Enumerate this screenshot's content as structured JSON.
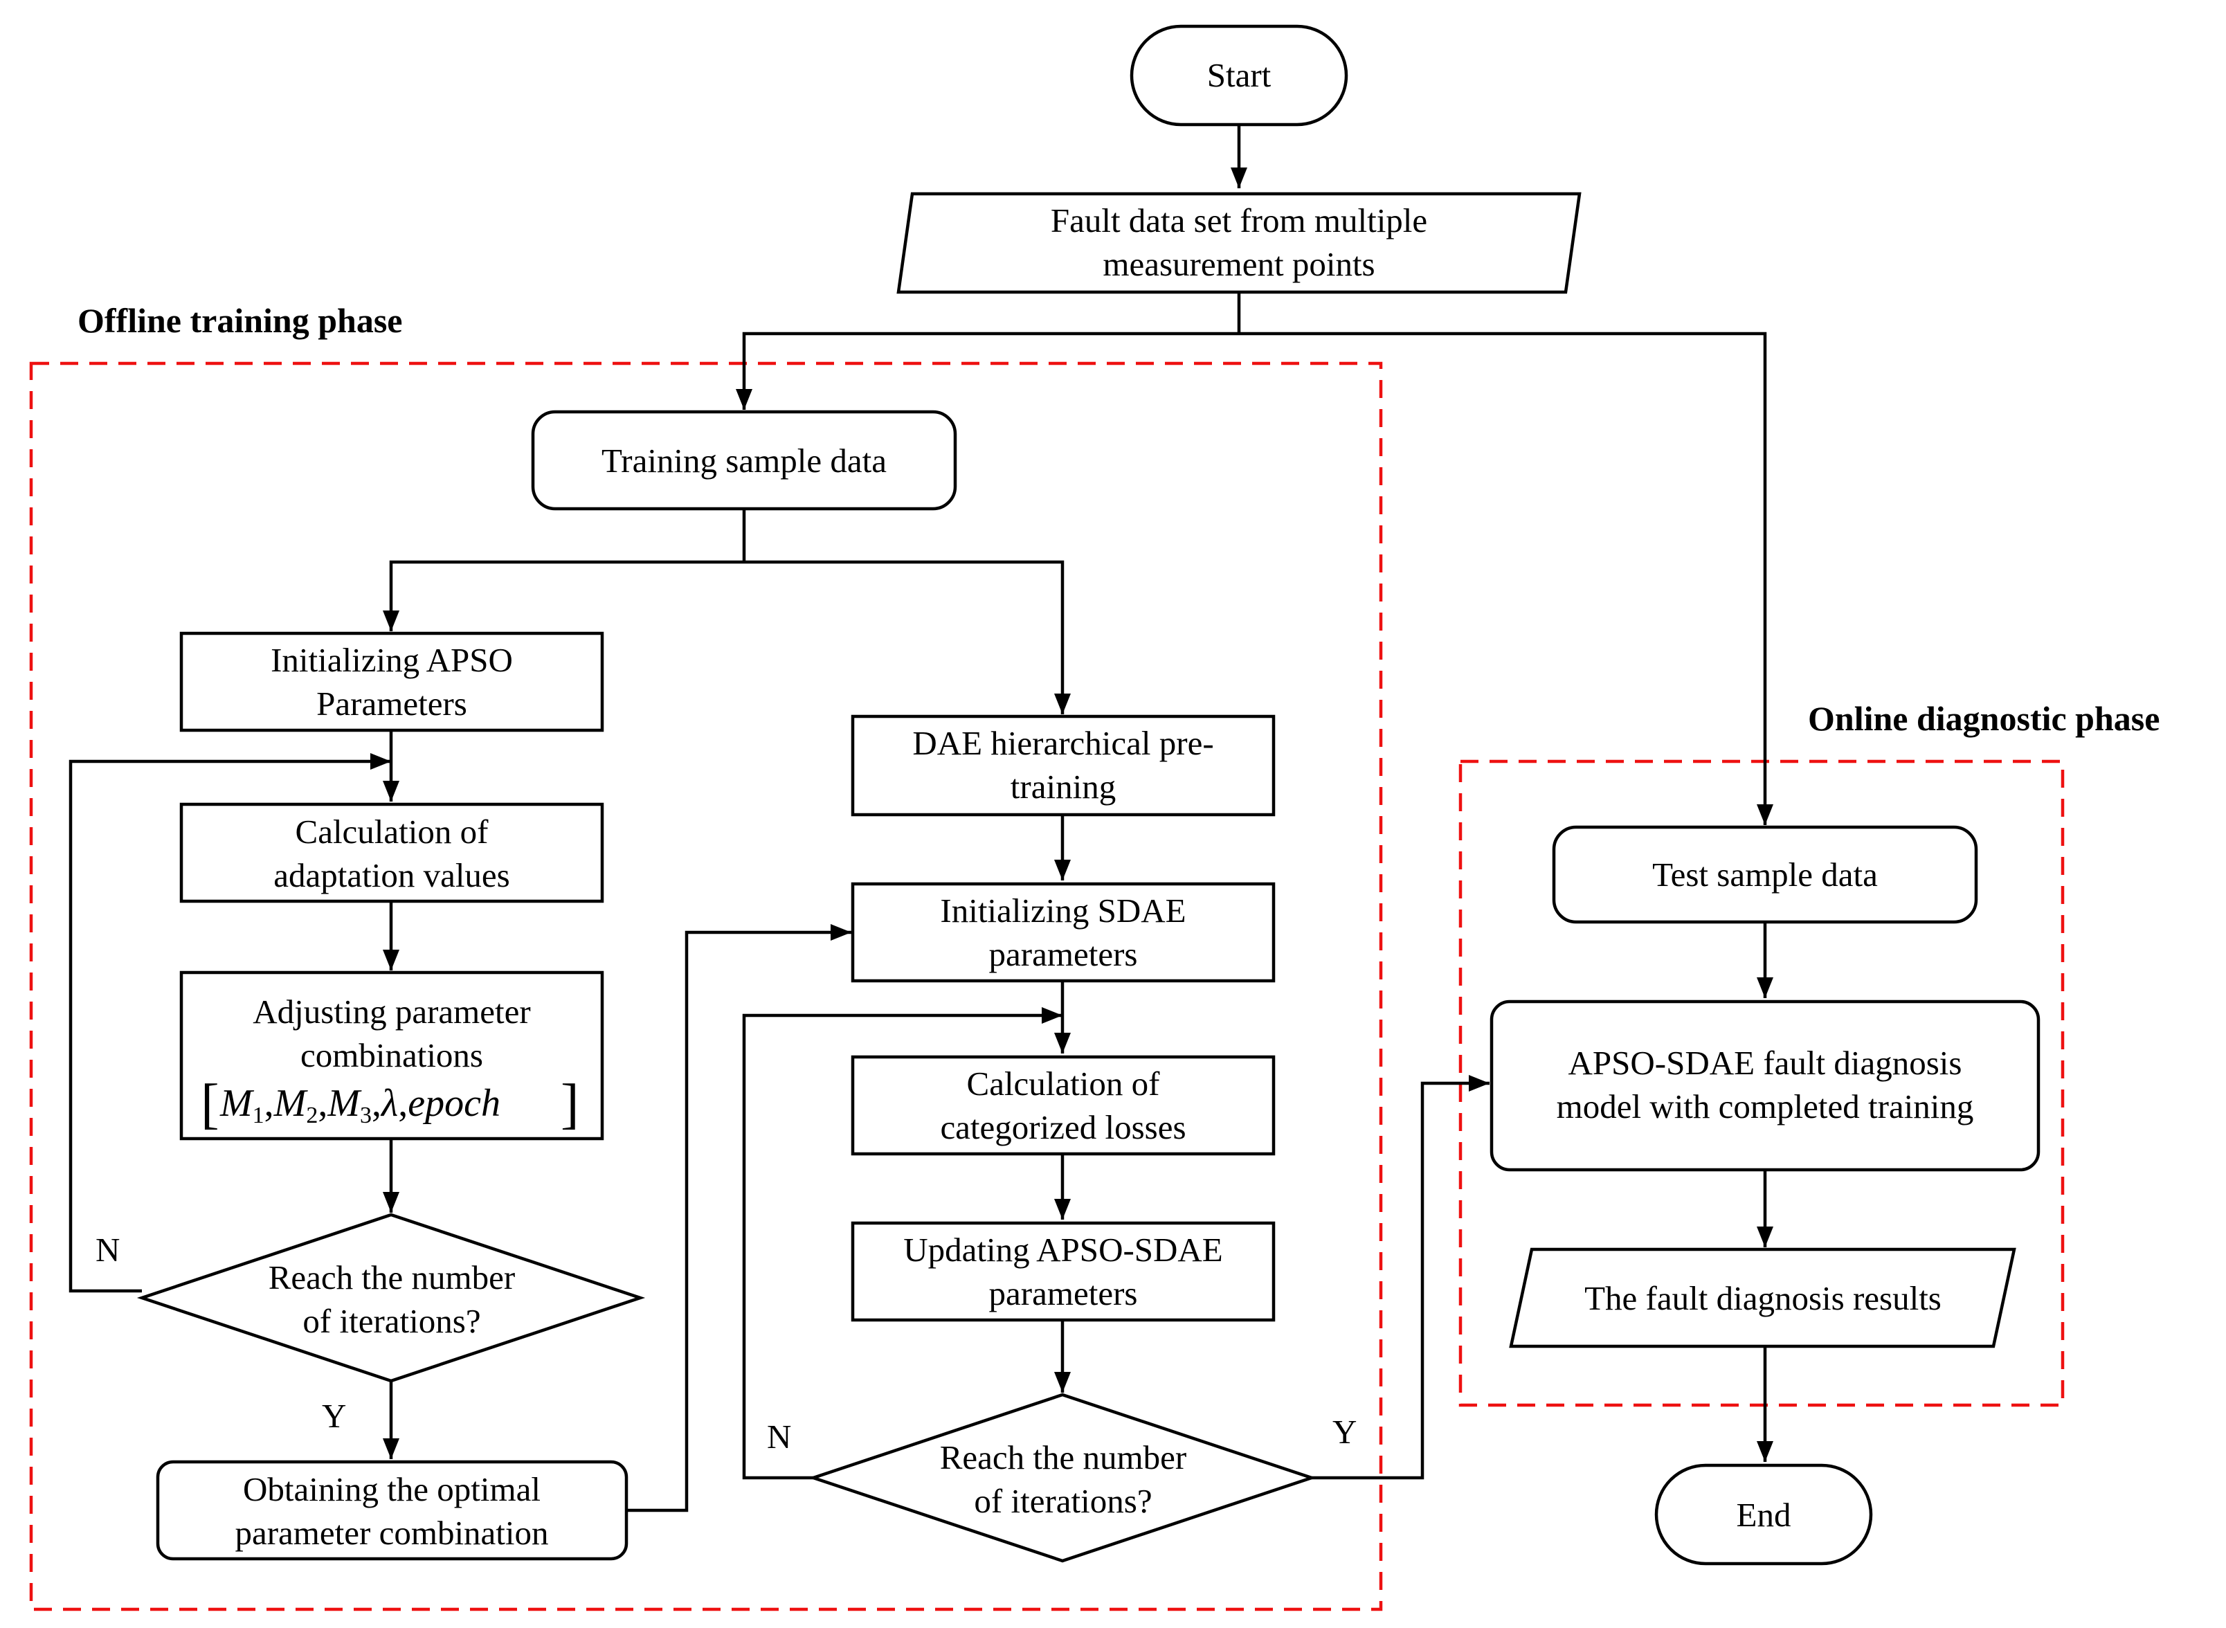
{
  "phases": {
    "offline_label": "Offline training phase",
    "online_label": "Online diagnostic phase"
  },
  "nodes": {
    "start": "Start",
    "fault_data": [
      "Fault data set from multiple",
      "measurement points"
    ],
    "training_sample": "Training sample data",
    "init_apso": [
      "Initializing APSO",
      "Parameters"
    ],
    "calc_adapt": [
      "Calculation of",
      "adaptation values"
    ],
    "adjust_params": [
      "Adjusting parameter",
      "combinations"
    ],
    "param_vector": {
      "open": "[",
      "m1": "M",
      "m1_sub": "1",
      "m2": "M",
      "m2_sub": "2",
      "m3": "M",
      "m3_sub": "3",
      "lambda": "λ",
      "epoch": "epoch",
      "sep": ",",
      "close": "]"
    },
    "decision_left": [
      "Reach the number",
      "of iterations?"
    ],
    "optimal": [
      "Obtaining the optimal",
      "parameter combination"
    ],
    "dae_pretrain": [
      "DAE hierarchical pre-",
      "training"
    ],
    "init_sdae": [
      "Initializing SDAE",
      "parameters"
    ],
    "calc_loss": [
      "Calculation of",
      "categorized losses"
    ],
    "update_params": [
      "Updating APSO-SDAE",
      "parameters"
    ],
    "decision_right": [
      "Reach the number",
      "of iterations?"
    ],
    "test_sample": "Test sample data",
    "model": [
      "APSO-SDAE fault diagnosis",
      "model with completed training"
    ],
    "results": "The fault diagnosis results",
    "end": "End"
  },
  "labels": {
    "left_no": "N",
    "left_yes": "Y",
    "right_no": "N",
    "right_yes": "Y"
  },
  "colors": {
    "phase_border": "#ee1111",
    "line": "#000000",
    "node_fill": "#ffffff"
  }
}
